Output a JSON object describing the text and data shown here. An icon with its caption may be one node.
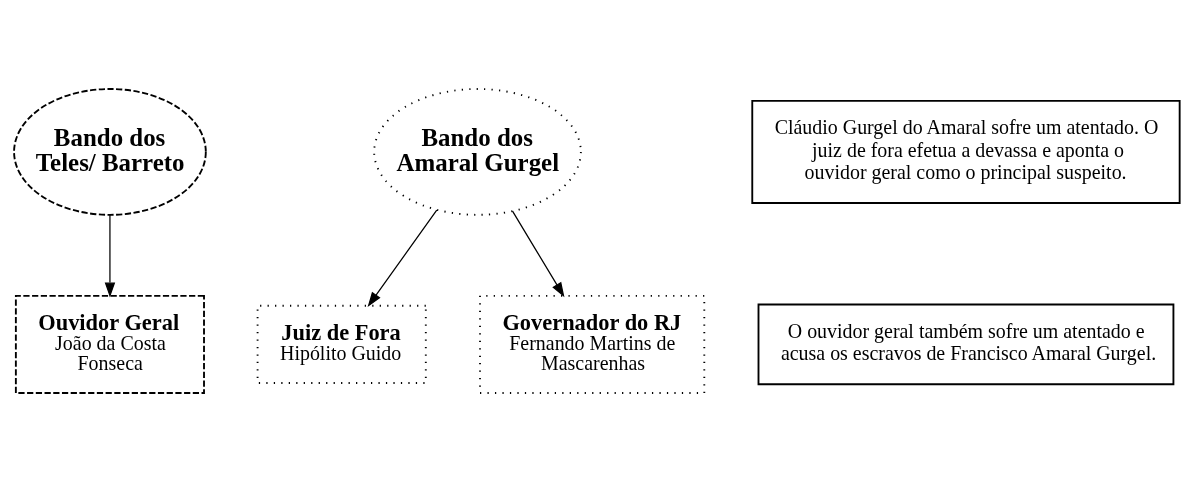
{
  "diagram": {
    "nodes": [
      {
        "text": [
          "Bando dos Teles/ Barreto"
        ]
      },
      {
        "text": [
          "Bando dos Amaral Gurgel"
        ]
      },
      {
        "text": [
          "Cláudio Gurgel do Amaral sofre um atentado. O juiz de fora efetua a devassa e aponta o ouvidor geral como o principal suspeito."
        ]
      },
      {
        "text": [
          "O ouvidor geral também sofre um atentado e acusa os escravos de Francisco Amaral Gurgel."
        ]
      },
      {
        "text": [
          "Ouvidor Geral",
          "João da Costa Fonseca"
        ]
      },
      {
        "text": [
          "Juiz de Fora",
          "Hipólito Guido"
        ]
      },
      {
        "text": [
          "Governador do RJ",
          "Fernando Martins de Mascarenhas"
        ]
      }
    ],
    "edges": [
      {
        "from": 0,
        "to": 4,
        "arrow": "to"
      },
      {
        "from": 1,
        "to": 5,
        "arrow": "to"
      },
      {
        "from": 1,
        "to": 6,
        "arrow": "to"
      }
    ]
  }
}
